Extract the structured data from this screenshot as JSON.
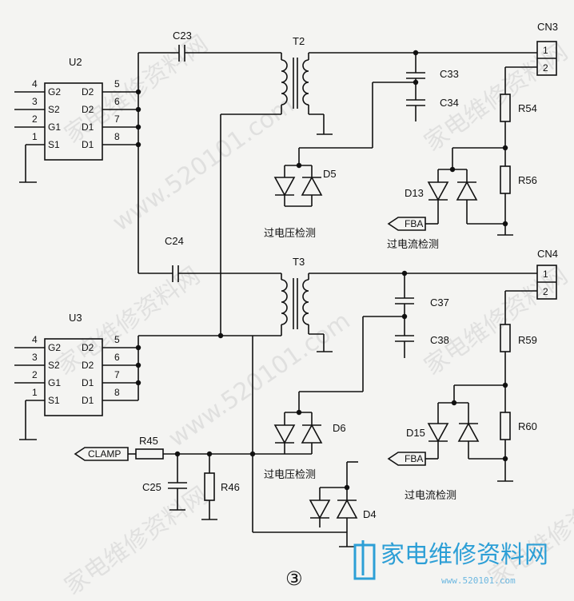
{
  "figure_number": "③",
  "ics": {
    "u2": {
      "name": "U2",
      "pins_left": [
        "4",
        "3",
        "2",
        "1"
      ],
      "labels_left": [
        "G2",
        "S2",
        "G1",
        "S1"
      ],
      "labels_right": [
        "D2",
        "D2",
        "D1",
        "D1"
      ],
      "pins_right": [
        "5",
        "6",
        "7",
        "8"
      ]
    },
    "u3": {
      "name": "U3",
      "pins_left": [
        "4",
        "3",
        "2",
        "1"
      ],
      "labels_left": [
        "G2",
        "S2",
        "G1",
        "S1"
      ],
      "labels_right": [
        "D2",
        "D2",
        "D1",
        "D1"
      ],
      "pins_right": [
        "5",
        "6",
        "7",
        "8"
      ]
    }
  },
  "components": {
    "c23": "C23",
    "c24": "C24",
    "t2": "T2",
    "t3": "T3",
    "c33": "C33",
    "c34": "C34",
    "c37": "C37",
    "c38": "C38",
    "cn3": "CN3",
    "cn4": "CN4",
    "cn_pin1": "1",
    "cn_pin2": "2",
    "r54": "R54",
    "r56": "R56",
    "r59": "R59",
    "r60": "R60",
    "r45": "R45",
    "r46": "R46",
    "c25": "C25",
    "d5": "D5",
    "d6": "D6",
    "d13": "D13",
    "d15": "D15",
    "d4": "D4"
  },
  "flags": {
    "fba": "FBA",
    "clamp": "CLAMP"
  },
  "annotations": {
    "overvoltage": "过电压检测",
    "overcurrent": "过电流检测"
  },
  "watermark": {
    "text": "家电维修资料网",
    "url": "www.520101.com",
    "logo_text": "家电维修资料网",
    "logo_url": "www.520101.com"
  }
}
